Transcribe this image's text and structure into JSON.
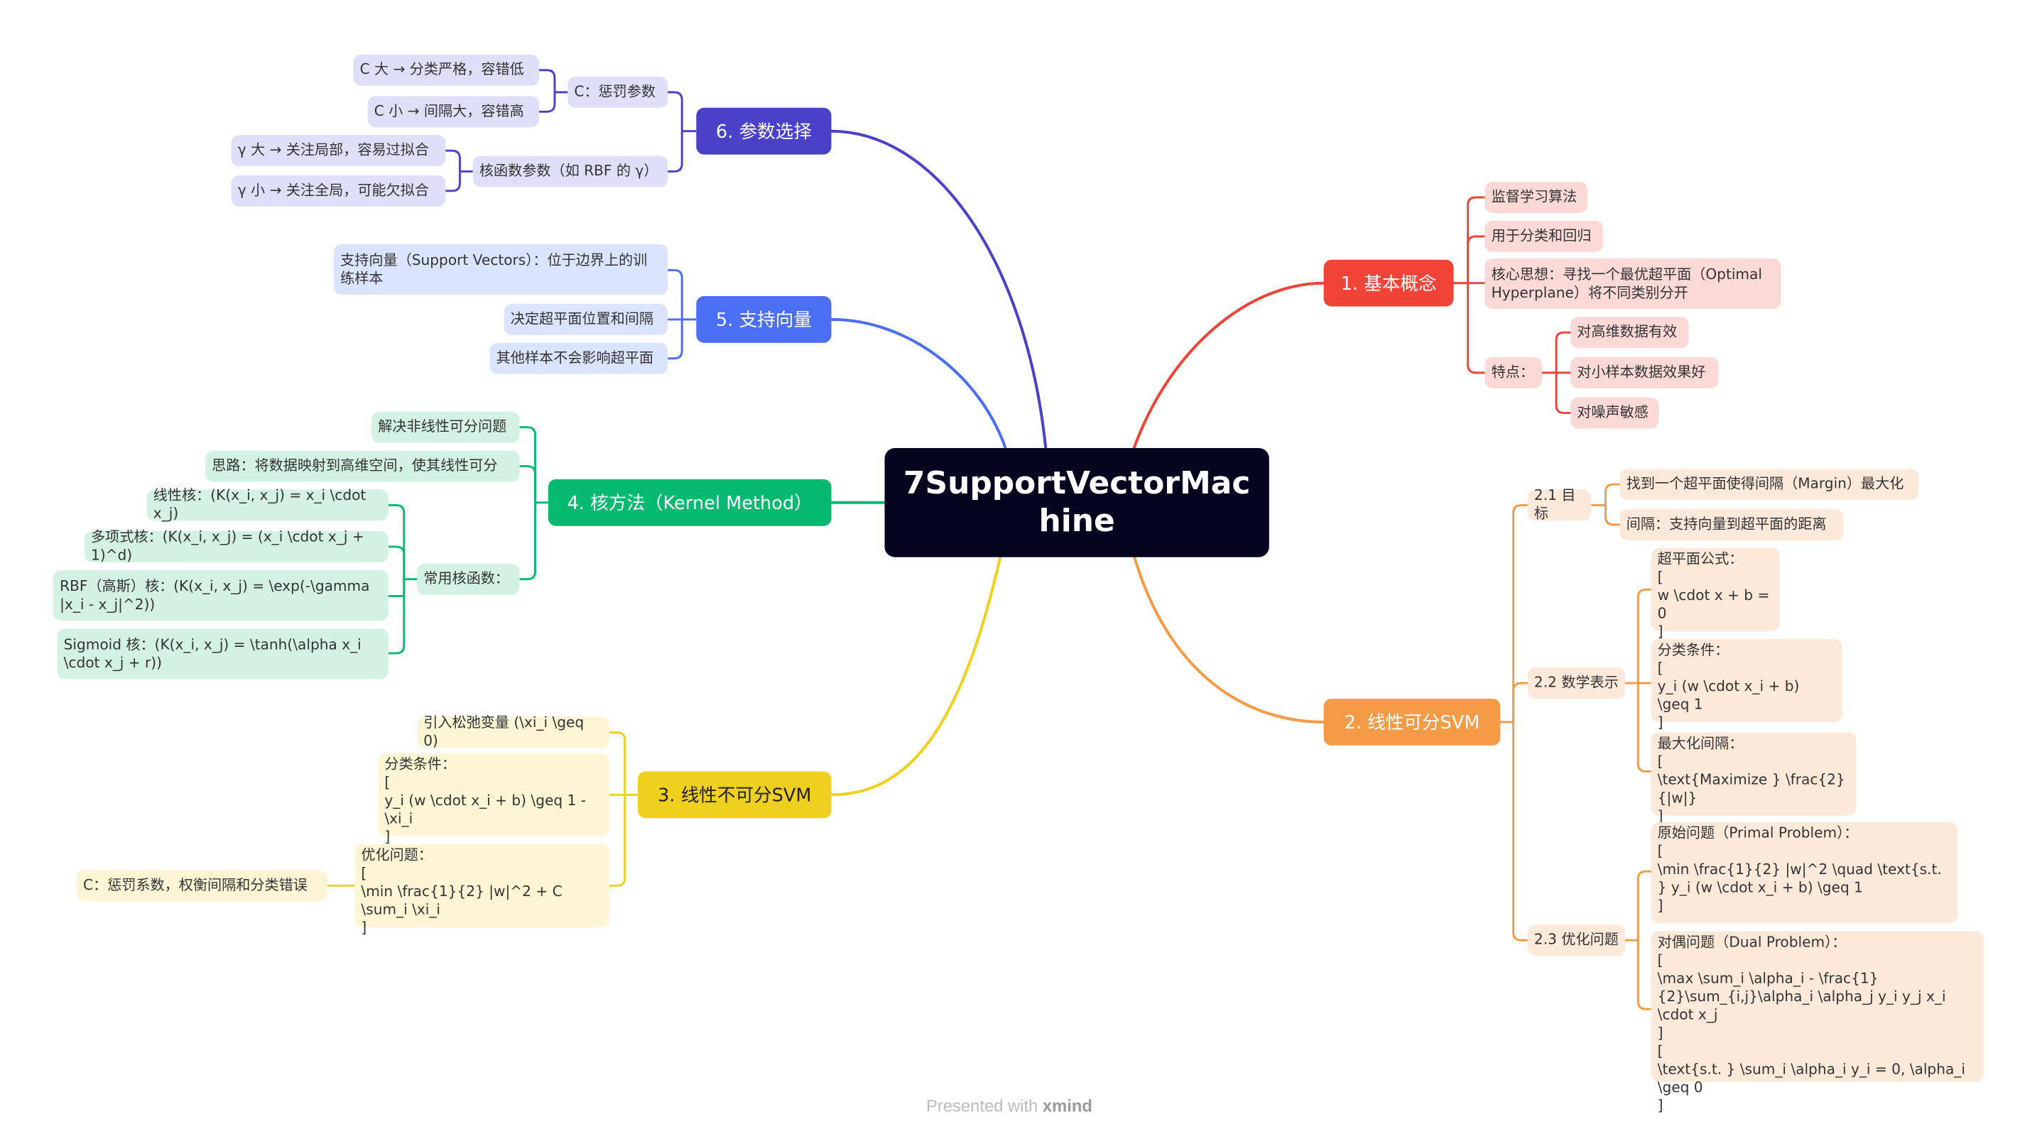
{
  "root": {
    "title": "7SupportVectorMachine"
  },
  "colors": {
    "b1": "#f04438",
    "b2": "#f59a45",
    "b3": "#f0d01f",
    "b4": "#05b971",
    "b5": "#4a6ff5",
    "b6": "#4a41c8"
  },
  "branches": {
    "b1": {
      "title": "1. 基本概念",
      "n1": "监督学习算法",
      "n2": "用于分类和回归",
      "n3": "核心思想：寻找一个最优超平面（Optimal Hyperplane）将不同类别分开",
      "n4": "特点：",
      "n4a": "对高维数据有效",
      "n4b": "对小样本数据效果好",
      "n4c": "对噪声敏感"
    },
    "b2": {
      "title": "2. 线性可分SVM",
      "s1": "2.1 目标",
      "s1a": "找到一个超平面使得间隔（Margin）最大化",
      "s1b": "间隔：支持向量到超平面的距离",
      "s2": "2.2 数学表示",
      "s2a": "超平面公式：\n[\nw \\cdot x + b = 0\n]",
      "s2b": "分类条件：\n[\ny_i (w \\cdot x_i + b) \\geq 1\n]",
      "s2c": "最大化间隔：\n[\n\\text{Maximize } \\frac{2}{|w|}\n]",
      "s3": "2.3 优化问题",
      "s3a": "原始问题（Primal Problem）：\n[\n\\min \\frac{1}{2} |w|^2 \\quad \\text{s.t. } y_i (w \\cdot x_i + b) \\geq 1\n]",
      "s3b": "对偶问题（Dual Problem）：\n[\n\\max \\sum_i \\alpha_i - \\frac{1}{2}\\sum_{i,j}\\alpha_i \\alpha_j y_i y_j x_i \\cdot x_j\n]\n[\n\\text{s.t. } \\sum_i \\alpha_i y_i = 0, \\alpha_i \\geq 0\n]"
    },
    "b3": {
      "title": "3. 线性不可分SVM",
      "n1": "引入松弛变量 (\\xi_i \\geq 0)",
      "n2": "分类条件：\n[\ny_i (w \\cdot x_i + b) \\geq 1 - \\xi_i\n]",
      "n3": "优化问题：\n[\n\\min \\frac{1}{2} |w|^2 + C \\sum_i \\xi_i\n]",
      "n3a": "C：惩罚系数，权衡间隔和分类错误"
    },
    "b4": {
      "title": "4. 核方法（Kernel Method）",
      "n1": "解决非线性可分问题",
      "n2": "思路：将数据映射到高维空间，使其线性可分",
      "n3": "常用核函数：",
      "k1": "线性核：(K(x_i, x_j) = x_i \\cdot x_j)",
      "k2": "多项式核：(K(x_i, x_j) = (x_i \\cdot x_j + 1)^d)",
      "k3": "RBF（高斯）核：(K(x_i, x_j) = \\exp(-\\gamma |x_i - x_j|^2))",
      "k4": "Sigmoid 核：(K(x_i, x_j) = \\tanh(\\alpha x_i \\cdot x_j + r))"
    },
    "b5": {
      "title": "5. 支持向量",
      "n1": "支持向量（Support Vectors）：位于边界上的训练样本",
      "n2": "决定超平面位置和间隔",
      "n3": "其他样本不会影响超平面"
    },
    "b6": {
      "title": "6. 参数选择",
      "n1": "C：惩罚参数",
      "n1a": "C 大 → 分类严格，容错低",
      "n1b": "C 小 → 间隔大，容错高",
      "n2": "核函数参数（如 RBF 的 γ）",
      "n2a": "γ 大 → 关注局部，容易过拟合",
      "n2b": "γ 小 → 关注全局，可能欠拟合"
    }
  },
  "footer": {
    "presented": "Presented with ",
    "brand": "xmind"
  }
}
